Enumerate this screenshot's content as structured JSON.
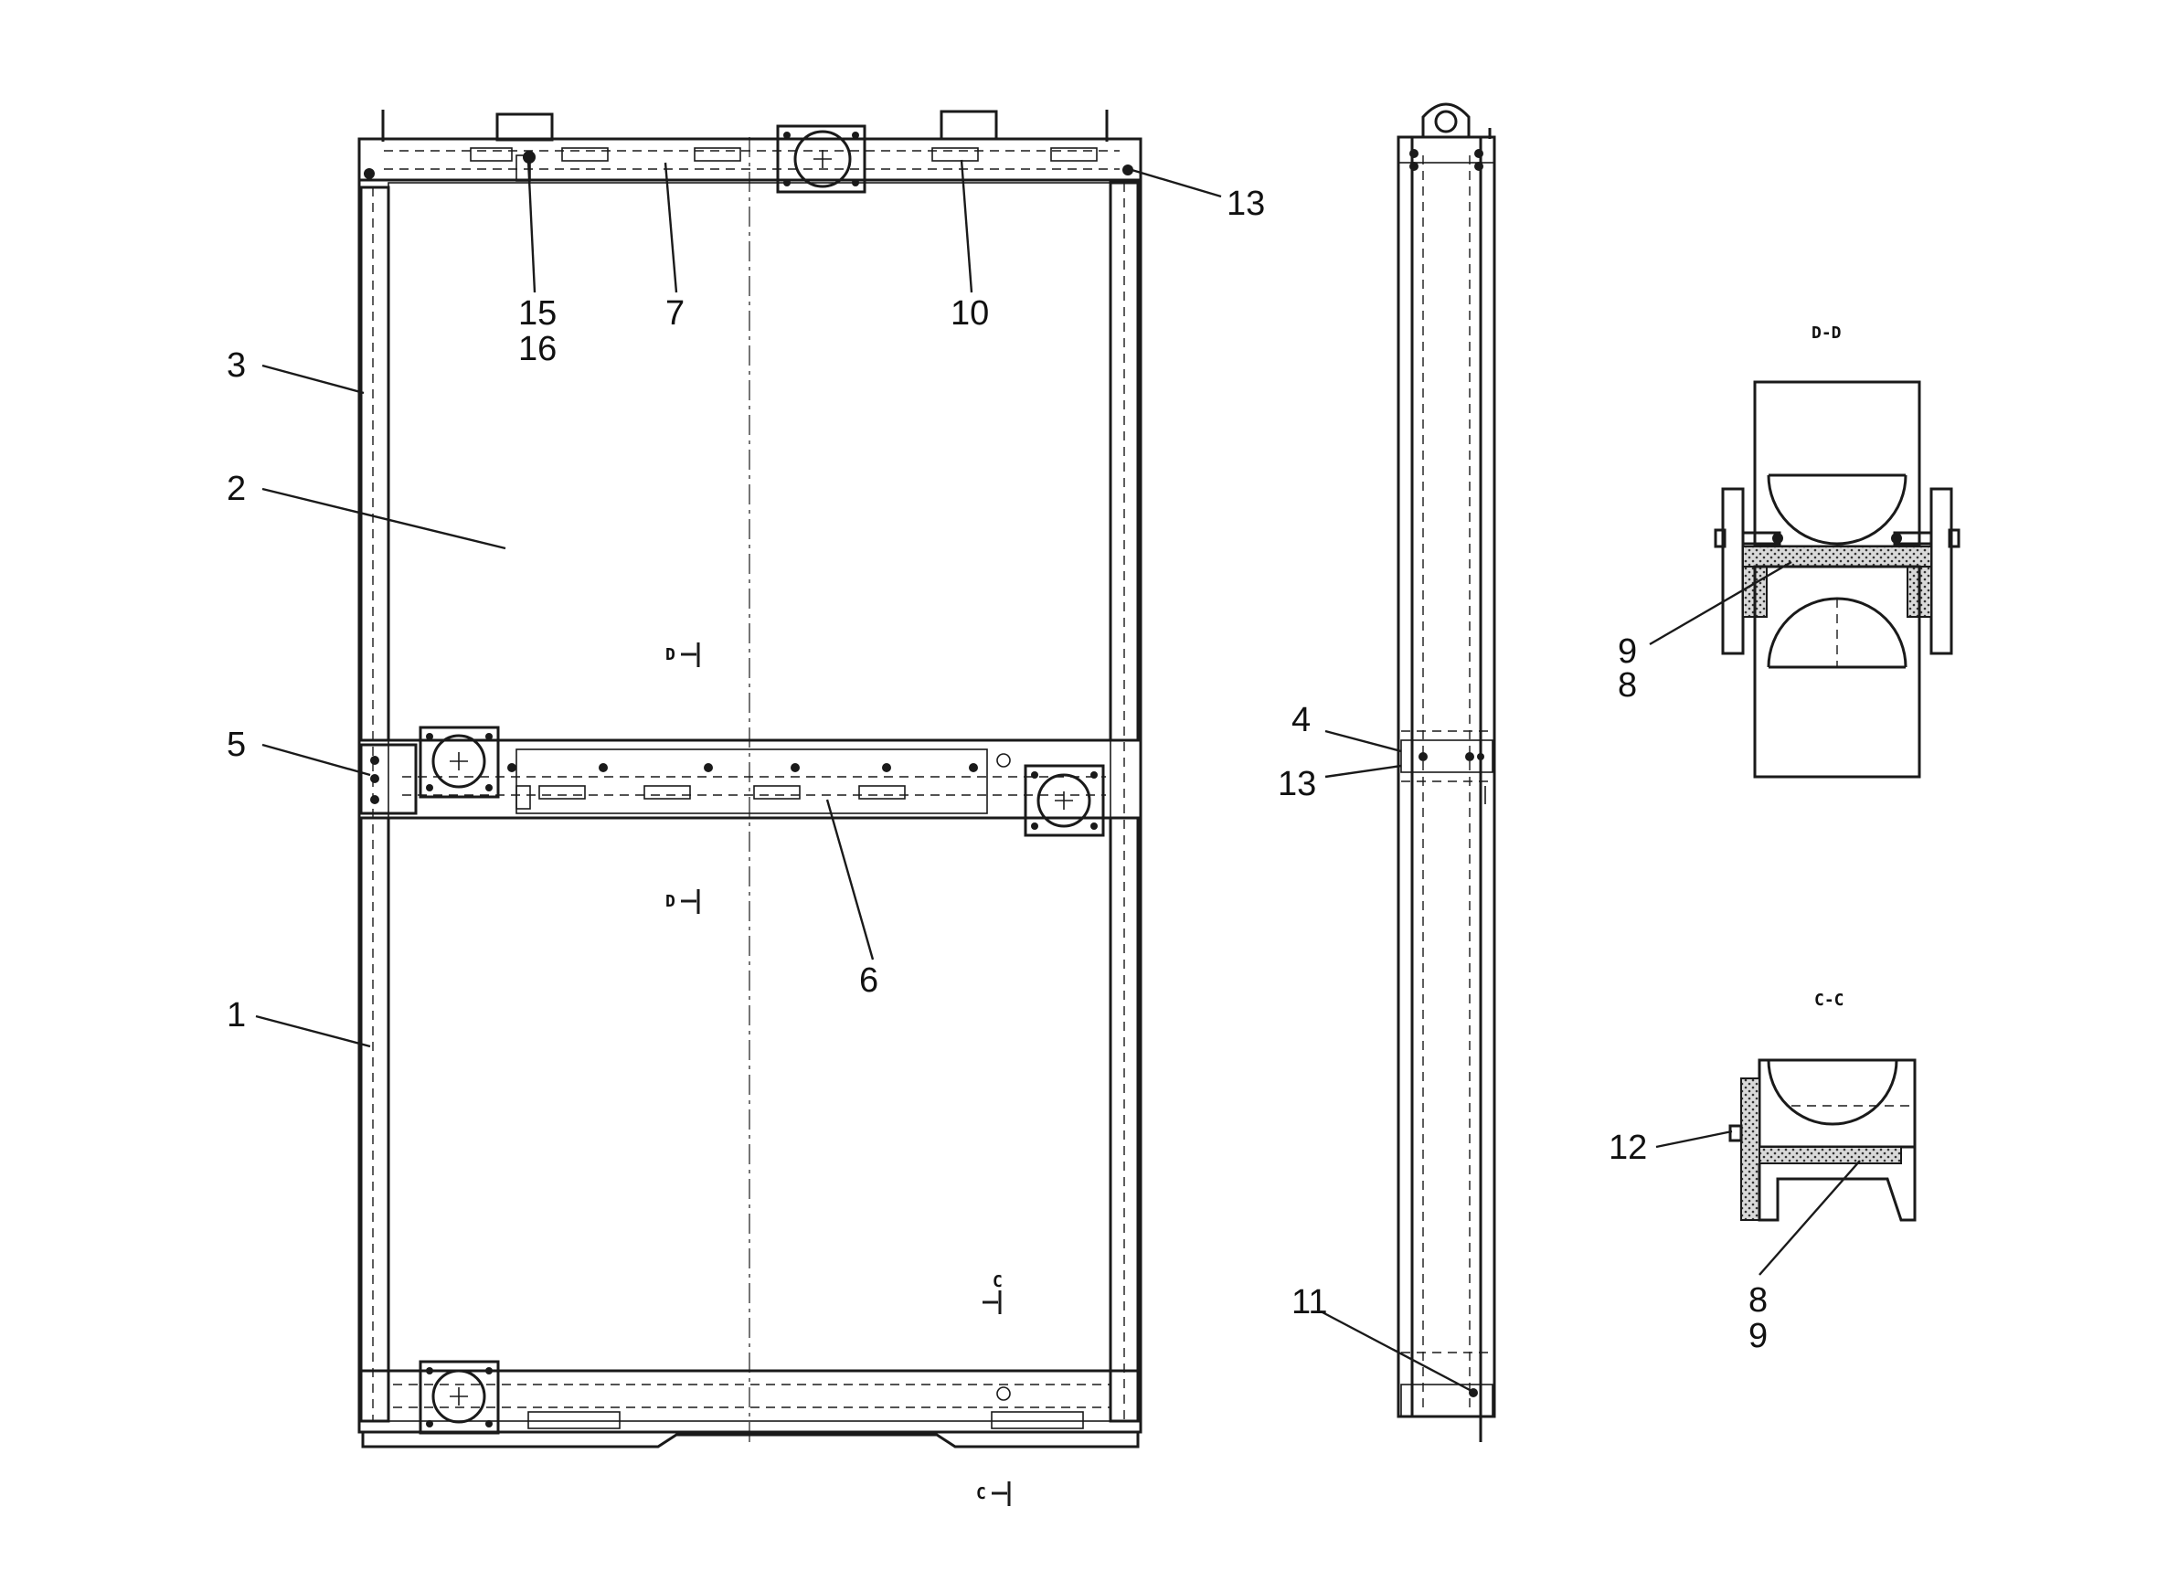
{
  "callouts": {
    "c1": "1",
    "c2": "2",
    "c3": "3",
    "c4": "4",
    "c5": "5",
    "c6": "6",
    "c7": "7",
    "c8a": "8",
    "c8b": "8",
    "c9a": "9",
    "c9b": "9",
    "c10": "10",
    "c11": "11",
    "c12": "12",
    "c13a": "13",
    "c13b": "13",
    "c15": "15",
    "c16": "16"
  },
  "section_labels": {
    "dd_title": "D-D",
    "cc_title": "C-C",
    "marker_d1": "D",
    "marker_d2": "D",
    "marker_c1": "C",
    "marker_c2": "C"
  }
}
